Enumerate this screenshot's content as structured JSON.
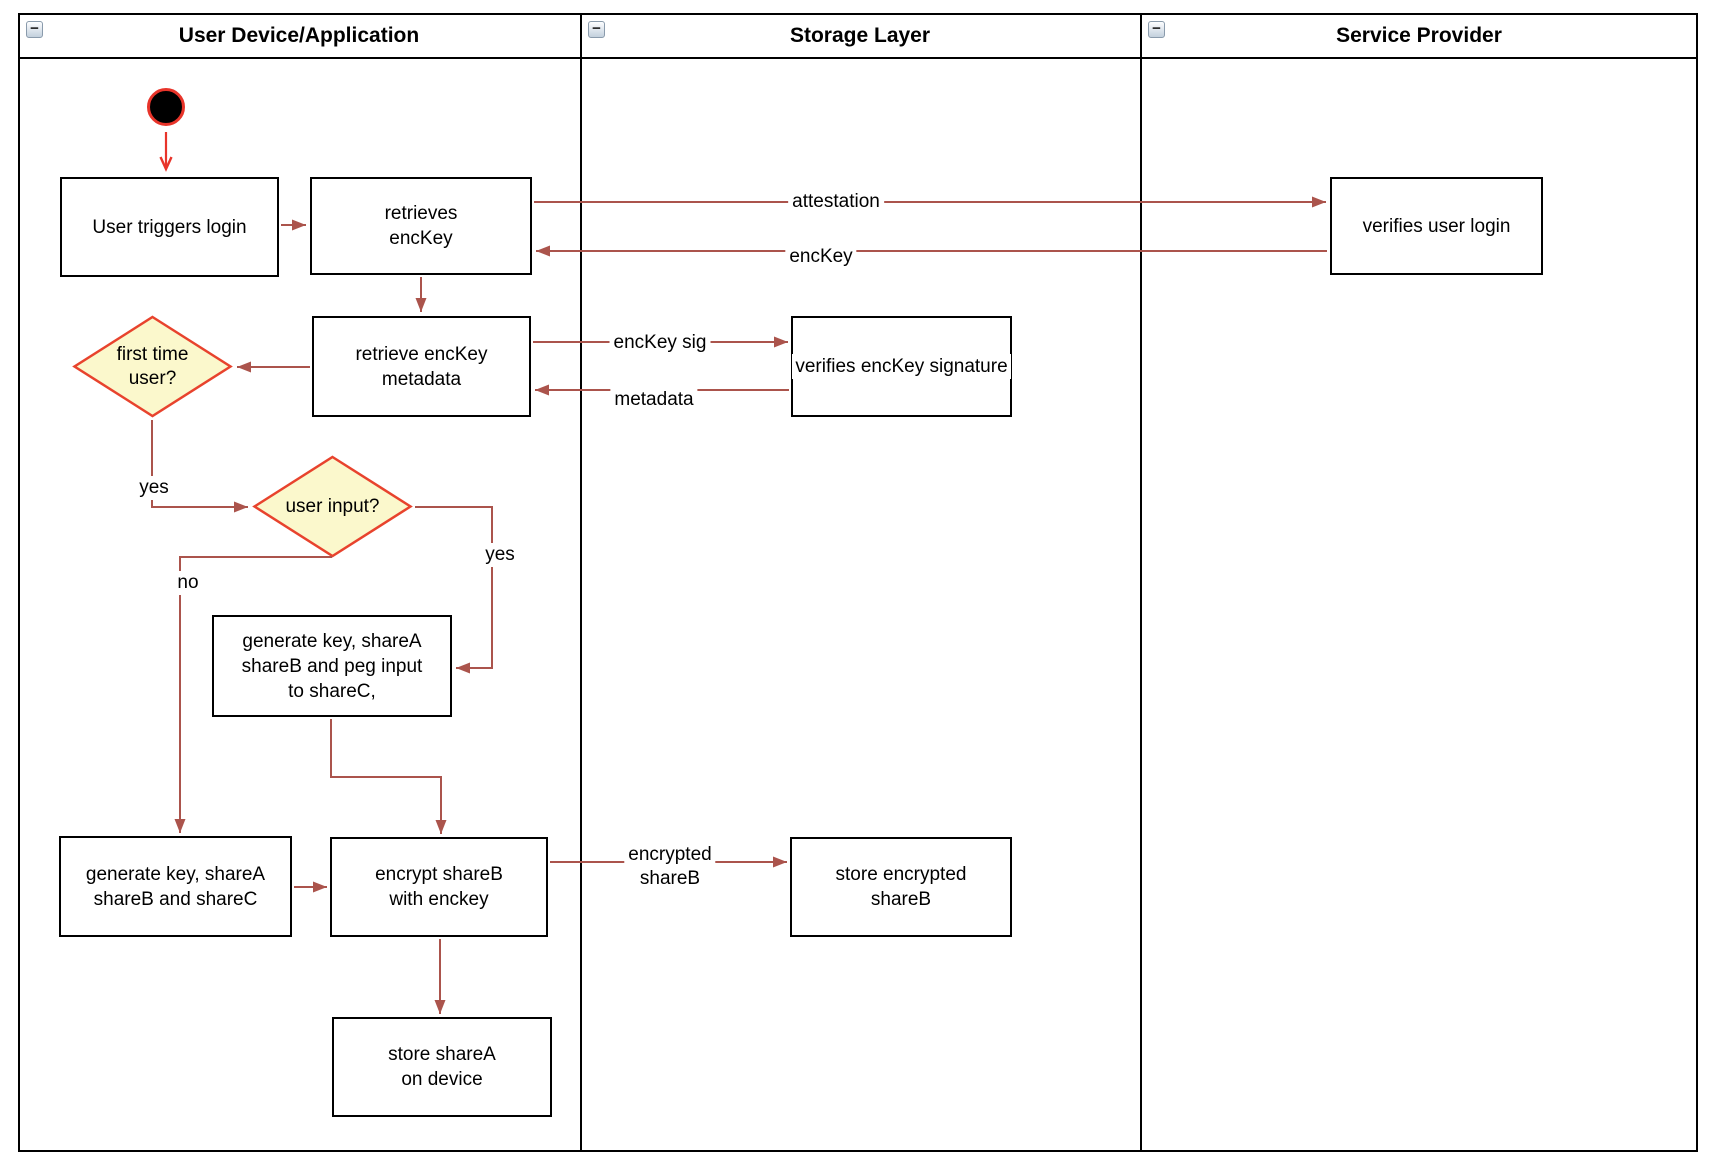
{
  "lanes": [
    {
      "title": "User Device/Application"
    },
    {
      "title": "Storage Layer"
    },
    {
      "title": "Service Provider"
    }
  ],
  "icons": {
    "collapse_glyph": "−"
  },
  "nodes": {
    "user_triggers_login": "User triggers login",
    "retrieves_enckey": "retrieves\nencKey",
    "verifies_user_login": "verifies user login",
    "retrieve_enckey_metadata": "retrieve encKey\nmetadata",
    "verifies_enckey_signature": "verifies encKey signature",
    "first_time_user": "first time\nuser?",
    "user_input": "user input?",
    "generate_key_peg": "generate key, shareA\nshareB and peg input\nto shareC,",
    "generate_key_abc": "generate key, shareA\nshareB and shareC",
    "encrypt_shareb": "encrypt shareB\nwith enckey",
    "store_encrypted_shareb": "store encrypted\nshareB",
    "store_sharea": "store shareA\non device"
  },
  "edge_labels": {
    "attestation": "attestation",
    "enckey": "encKey",
    "enckey_sig": "encKey sig",
    "metadata": "metadata",
    "yes_first_time": "yes",
    "yes_user_input": "yes",
    "no_user_input": "no",
    "encrypted_shareb": "encrypted\nshareB"
  },
  "colors": {
    "connector": "#ab544c",
    "start_accent": "#e8342a",
    "decision_border": "#e8432d",
    "decision_fill": "#fbf8cc",
    "node_border": "#000000",
    "node_fill": "#ffffff"
  }
}
